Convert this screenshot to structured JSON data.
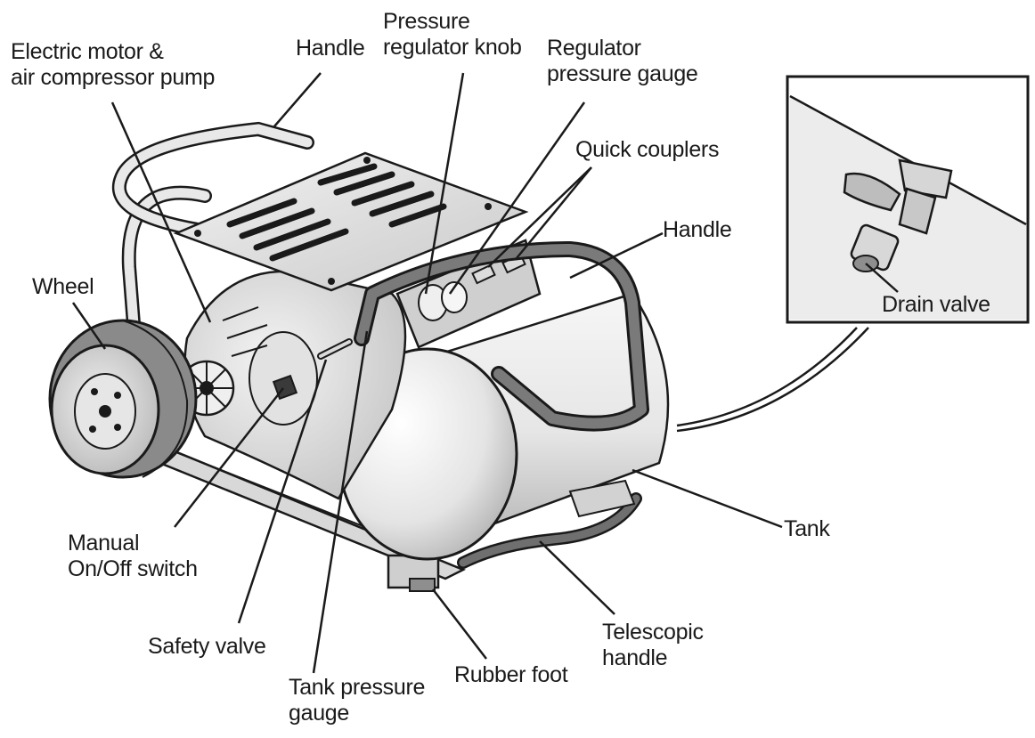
{
  "labels": {
    "motor": {
      "line1": "Electric motor &",
      "line2": "air compressor pump"
    },
    "handle_top": "Handle",
    "regulator_knob": {
      "line1": "Pressure",
      "line2": "regulator knob"
    },
    "regulator_gauge": {
      "line1": "Regulator",
      "line2": "pressure gauge"
    },
    "quick_couplers": "Quick couplers",
    "handle_right": "Handle",
    "wheel": "Wheel",
    "drain_valve": "Drain valve",
    "tank": "Tank",
    "manual_switch": {
      "line1": "Manual",
      "line2": "On/Off  switch"
    },
    "safety_valve": "Safety valve",
    "tank_gauge": {
      "line1": "Tank pressure",
      "line2": "gauge"
    },
    "rubber_foot": "Rubber foot",
    "telescopic_handle": {
      "line1": "Telescopic",
      "line2": "handle"
    }
  },
  "colors": {
    "ink": "#1a1a1a",
    "inset_bg": "#ececec",
    "metal_light": "#f4f4f4",
    "metal_mid": "#d6d6d6",
    "metal_dark": "#9a9a9a"
  }
}
